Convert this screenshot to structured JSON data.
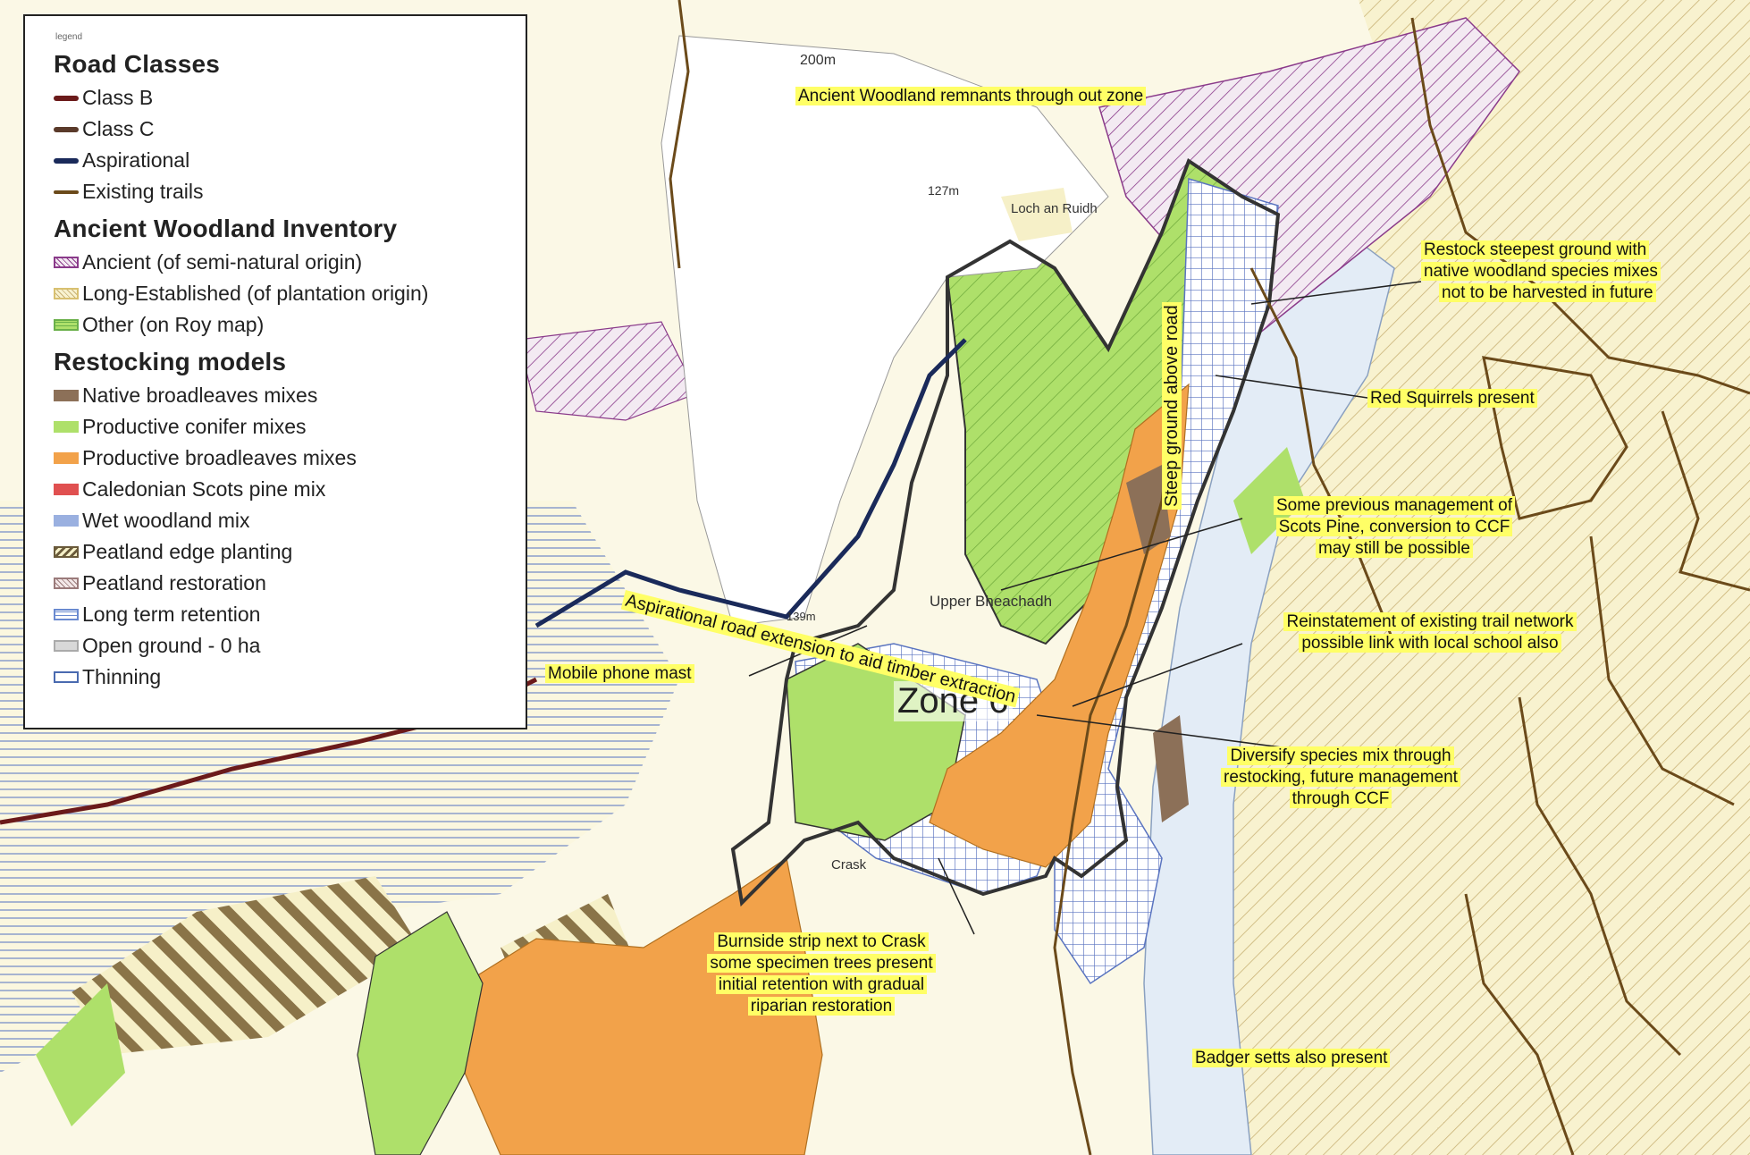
{
  "legend": {
    "tiny_label": "legend",
    "road_classes": {
      "heading": "Road Classes",
      "items": [
        {
          "label": "Class B",
          "color": "#6b1a1a"
        },
        {
          "label": "Class C",
          "color": "#5a3a2a"
        },
        {
          "label": "Aspirational",
          "color": "#1a2a5a"
        },
        {
          "label": "Existing trails",
          "color": "#6b4a1a"
        }
      ]
    },
    "ancient_woodland": {
      "heading": "Ancient Woodland Inventory",
      "items": [
        {
          "label": "Ancient (of semi-natural origin)",
          "color": "#8a3a8a"
        },
        {
          "label": "Long-Established (of plantation origin)",
          "color": "#d8c070"
        },
        {
          "label": "Other (on Roy map)",
          "color": "#6ab04a"
        }
      ]
    },
    "restocking": {
      "heading": "Restocking models",
      "items": [
        {
          "label": "Native broadleaves mixes",
          "color": "#8c7058"
        },
        {
          "label": "Productive conifer mixes",
          "color": "#aee06a"
        },
        {
          "label": "Productive broadleaves mixes",
          "color": "#f2a24a"
        },
        {
          "label": "Caledonian Scots pine mix",
          "color": "#e05050"
        },
        {
          "label": "Wet woodland mix",
          "color": "#9ab0e0"
        },
        {
          "label": "Peatland edge planting",
          "color": "#8a7a5a"
        },
        {
          "label": "Peatland restoration",
          "color": "#b08a8a"
        },
        {
          "label": "Long term retention",
          "color": "#6a8ad0"
        },
        {
          "label": "Open ground - 0 ha",
          "color": "#d8d8d8"
        },
        {
          "label": "Thinning",
          "color": "#4a6ab0"
        }
      ]
    }
  },
  "zone_label": "Zone 6",
  "annotations": {
    "ancient_remnants": "Ancient Woodland remnants through out zone",
    "restock_steepest": [
      "Restock steepest ground with",
      "native woodland species mixes",
      "not to be harvested in future"
    ],
    "red_squirrels": "Red Squirrels present",
    "scots_pine": [
      "Some previous management of",
      "Scots Pine, conversion to CCF",
      "may still be possible"
    ],
    "reinstatement": [
      "Reinstatement of existing trail network",
      "possible link with local school also"
    ],
    "diversify": [
      "Diversify species mix through",
      "restocking, future management",
      "through CCF"
    ],
    "mobile_mast": "Mobile phone mast",
    "burnside": [
      "Burnside strip next to Crask",
      "some specimen trees present",
      "initial retention with gradual",
      "riparian restoration"
    ],
    "badger": "Badger setts also present",
    "steep_ground": "Steep ground above road",
    "aspirational_road": "Aspirational road extension to aid timber extraction"
  },
  "map_labels": {
    "loch": "Loch an Ruidh",
    "upper": "Upper Bheachadh",
    "crask": "Crask",
    "spot_height_1": "200m",
    "spot_height_2": "127m",
    "spot_height_3": "139m"
  },
  "colors": {
    "cream": "#f6f0c8",
    "hatch_cream": "#c8b070",
    "conifer": "#aee06a",
    "broadleaf": "#f2a24a",
    "river": "#dfe9f5",
    "boundary": "#333333",
    "trail": "#6b4a1a",
    "highlight": "#ffff66"
  }
}
